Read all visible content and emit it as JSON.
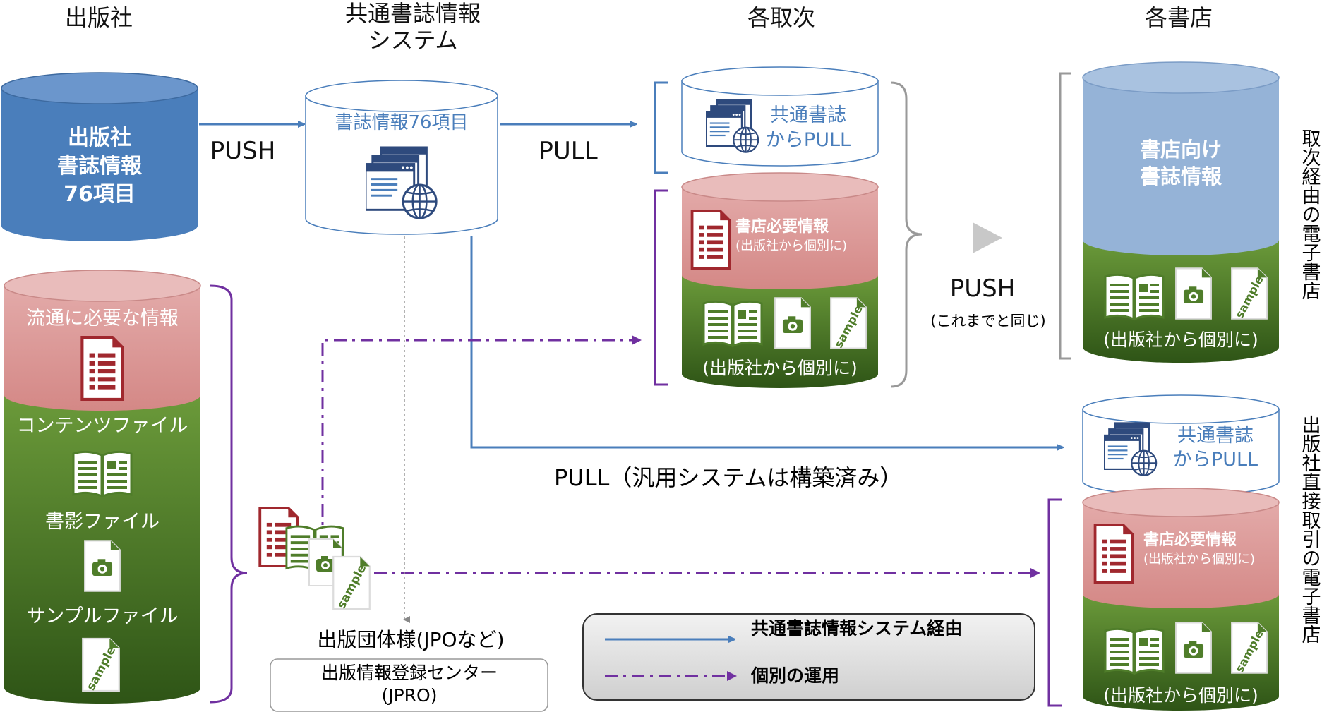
{
  "columns": {
    "publisher": "出版社",
    "common_system": [
      "共通書誌情報",
      "システム"
    ],
    "distributors": "各取次",
    "bookstores": "各書店"
  },
  "publisher_db": {
    "title": [
      "出版社",
      "書誌情報",
      "76項目"
    ]
  },
  "publisher_contents": {
    "distribution_info": "流通に必要な情報",
    "content_file": "コンテンツファイル",
    "cover_file": "書影ファイル",
    "sample_file": "サンプルファイル"
  },
  "common_db": {
    "label": "書誌情報76項目"
  },
  "arrows": {
    "push": "PUSH",
    "pull": "PULL",
    "push_right": "PUSH",
    "push_right_sub": "(これまでと同じ)",
    "pull_general": "PULL（汎用システムは構築済み）"
  },
  "distributor": {
    "pull_box": [
      "共通書誌",
      "からPULL"
    ],
    "required_info": "書店必要情報",
    "required_sub": "(出版社から個別に)",
    "files_caption": "(出版社から個別に)"
  },
  "bookstore_top": {
    "title": [
      "書店向け",
      "書誌情報"
    ],
    "files_caption": "(出版社から個別に)"
  },
  "bookstore_bottom": {
    "pull_box": [
      "共通書誌",
      "からPULL"
    ],
    "required_info": "書店必要情報",
    "required_sub": "(出版社から個別に)",
    "files_caption": "(出版社から個別に)"
  },
  "side_labels": {
    "via_distributor": "取次経由の電子書店",
    "direct": "出版社直接取引の電子書店"
  },
  "orgs": {
    "group": "出版団体様(JPOなど)",
    "jpro_line1": "出版情報登録センター",
    "jpro_line2": "(JPRO)"
  },
  "legend": {
    "via_common": "共通書誌情報システム経由",
    "individual": "個別の運用"
  },
  "icons": {
    "sample_text": "sample"
  },
  "colors": {
    "blue": "#4a7ebb",
    "light_blue": "#95b3d7",
    "red": "#d99594",
    "dark_red": "#a0282e",
    "green": "#4f7d2a",
    "purple": "#7030a0",
    "gray_bracket": "#999999"
  }
}
